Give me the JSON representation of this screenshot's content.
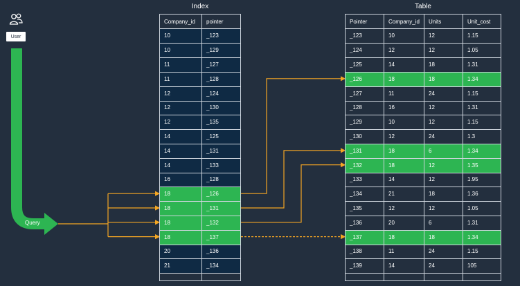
{
  "user": {
    "label": "User",
    "icon": "users-icon"
  },
  "query": {
    "label": "Query"
  },
  "colors": {
    "background": "#232f3e",
    "highlight": "#2db552",
    "index_fill": "#0f2a44",
    "arrow": "#f5a623"
  },
  "index": {
    "title": "Index",
    "headers": [
      "Company_id",
      "pointer"
    ],
    "rows": [
      [
        "10",
        "_123"
      ],
      [
        "10",
        "_129"
      ],
      [
        "11",
        "_127"
      ],
      [
        "11",
        "_128"
      ],
      [
        "12",
        "_124"
      ],
      [
        "12",
        "_130"
      ],
      [
        "12",
        "_135"
      ],
      [
        "14",
        "_125"
      ],
      [
        "14",
        "_131"
      ],
      [
        "14",
        "_133"
      ],
      [
        "16",
        "_128"
      ],
      [
        "18",
        "_126"
      ],
      [
        "18",
        "_131"
      ],
      [
        "18",
        "_132"
      ],
      [
        "18",
        "_137"
      ],
      [
        "20",
        "_136"
      ],
      [
        "21",
        "_134"
      ]
    ],
    "highlighted_rows": [
      11,
      12,
      13,
      14
    ]
  },
  "table": {
    "title": "Table",
    "headers": [
      "Pointer",
      "Company_id",
      "Units",
      "Unit_cost"
    ],
    "rows": [
      [
        "_123",
        "10",
        "12",
        "1.15"
      ],
      [
        "_124",
        "12",
        "12",
        "1.05"
      ],
      [
        "_125",
        "14",
        "18",
        "1.31"
      ],
      [
        "_126",
        "18",
        "18",
        "1.34"
      ],
      [
        "_127",
        "11",
        "24",
        "1.15"
      ],
      [
        "_128",
        "16",
        "12",
        "1.31"
      ],
      [
        "_129",
        "10",
        "12",
        "1.15"
      ],
      [
        "_130",
        "12",
        "24",
        "1.3"
      ],
      [
        "_131",
        "18",
        "6",
        "1.34"
      ],
      [
        "_132",
        "18",
        "12",
        "1.35"
      ],
      [
        "_133",
        "14",
        "12",
        "1.95"
      ],
      [
        "_134",
        "21",
        "18",
        "1.36"
      ],
      [
        "_135",
        "12",
        "12",
        "1.05"
      ],
      [
        "_136",
        "20",
        "6",
        "1.31"
      ],
      [
        "_137",
        "18",
        "18",
        "1.34"
      ],
      [
        "_138",
        "11",
        "24",
        "1.15"
      ],
      [
        "_139",
        "14",
        "24",
        "105"
      ]
    ],
    "highlighted_rows": [
      3,
      8,
      9,
      14
    ]
  },
  "links": [
    {
      "from_index_row": 11,
      "to_table_row": 3,
      "style": "solid"
    },
    {
      "from_index_row": 12,
      "to_table_row": 8,
      "style": "solid"
    },
    {
      "from_index_row": 13,
      "to_table_row": 9,
      "style": "solid"
    },
    {
      "from_index_row": 14,
      "to_table_row": 14,
      "style": "dashed"
    }
  ]
}
